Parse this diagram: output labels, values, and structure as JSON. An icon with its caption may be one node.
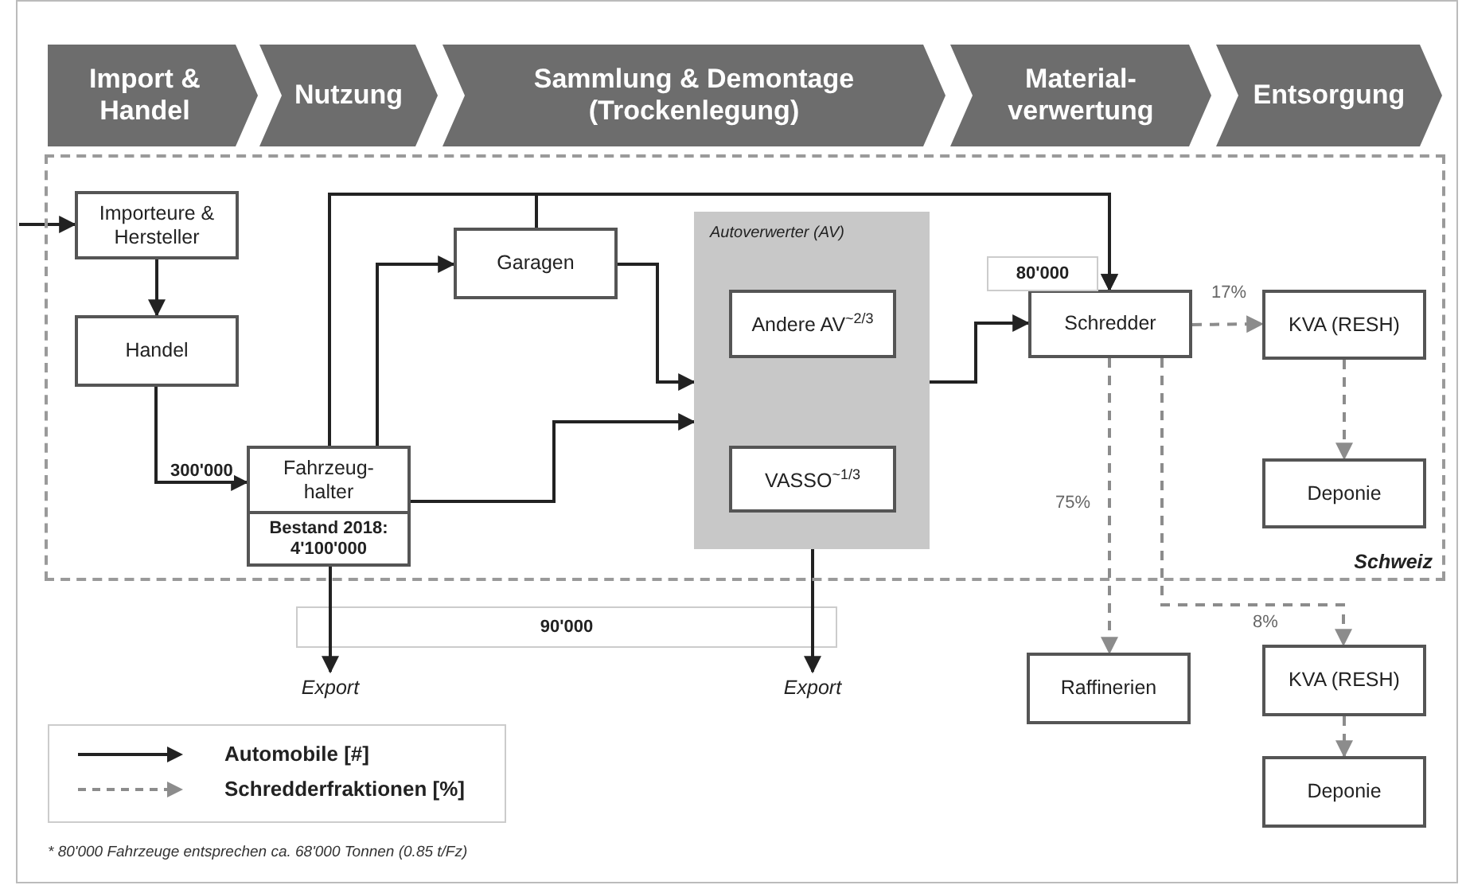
{
  "diagram": {
    "nodes": [
      {
        "text": [
          "Import & Handel"
        ]
      },
      {
        "text": [
          "Nutzung"
        ]
      },
      {
        "text": [
          "Sammlung & Demontage (Trockenlegung)"
        ]
      },
      {
        "text": [
          "Material-verwertung"
        ]
      },
      {
        "text": [
          "Entsorgung"
        ]
      },
      {
        "text": [
          "Schweiz"
        ]
      },
      {
        "text": [
          "Importeure & Hersteller"
        ],
        "in": 5
      },
      {
        "text": [
          "Handel"
        ],
        "in": 5
      },
      {
        "text": [
          "Fahrzeug-halter",
          "Bestand 2018: 4'100'000"
        ],
        "in": 5
      },
      {
        "text": [
          "Garagen"
        ],
        "in": 5
      },
      {
        "text": [
          "Autoverwerter (AV)"
        ],
        "in": 5
      },
      {
        "text": [
          "Andere AV$^{~2/3}$"
        ],
        "in": 10
      },
      {
        "text": [
          "VASSO$^{~1/3}$"
        ],
        "in": 10
      },
      {
        "text": [
          "Schredder"
        ],
        "in": 5
      },
      {
        "text": [
          "KVA (RESH)"
        ],
        "in": 5
      },
      {
        "text": [
          "Deponie"
        ],
        "in": 5
      },
      {
        "text": [
          "Raffinerien"
        ]
      },
      {
        "text": [
          "KVA (RESH)"
        ]
      },
      {
        "text": [
          "Deponie"
        ]
      },
      {
        "text": [
          "Export"
        ]
      },
      {
        "text": [
          "Export"
        ]
      }
    ],
    "edges": [
      {
        "from": null,
        "to": 6,
        "arrow": "to"
      },
      {
        "from": 6,
        "to": 7,
        "arrow": "to"
      },
      {
        "from": 7,
        "to": 8,
        "arrow": "to",
        "label": "300'000"
      },
      {
        "from": 8,
        "to": 13,
        "arrow": "to"
      },
      {
        "from": 9,
        "to": 13,
        "arrow": "to"
      },
      {
        "from": 8,
        "to": 9,
        "arrow": "to"
      },
      {
        "from": 9,
        "to": 10,
        "arrow": "to"
      },
      {
        "from": 8,
        "to": 10,
        "arrow": "to"
      },
      {
        "from": 10,
        "to": 13,
        "arrow": "to"
      },
      {
        "from": 13,
        "to": 14,
        "arrow": "to",
        "label": "17%",
        "style": "dashed",
        "color": "#8c8c8c"
      },
      {
        "from": 14,
        "to": 15,
        "arrow": "to",
        "style": "dashed",
        "color": "#8c8c8c"
      },
      {
        "from": 13,
        "to": 16,
        "arrow": "to",
        "label": "75%",
        "style": "dashed",
        "color": "#8c8c8c"
      },
      {
        "from": 13,
        "to": 17,
        "arrow": "to",
        "label": "8%",
        "style": "dashed",
        "color": "#8c8c8c"
      },
      {
        "from": 17,
        "to": 18,
        "arrow": "to",
        "style": "dashed",
        "color": "#8c8c8c"
      },
      {
        "from": 8,
        "to": 19,
        "arrow": "to"
      },
      {
        "from": 10,
        "to": 20,
        "arrow": "to"
      }
    ],
    "labels": [
      "80'000",
      "90'000",
      "* 80'000 Fahrzeuge entsprechen ca. 68'000 Tonnen (0.85 t/Fz)"
    ],
    "legend": [
      {
        "text": "Automobile [#]"
      },
      {
        "text": "Schredderfraktionen [%]"
      }
    ]
  }
}
